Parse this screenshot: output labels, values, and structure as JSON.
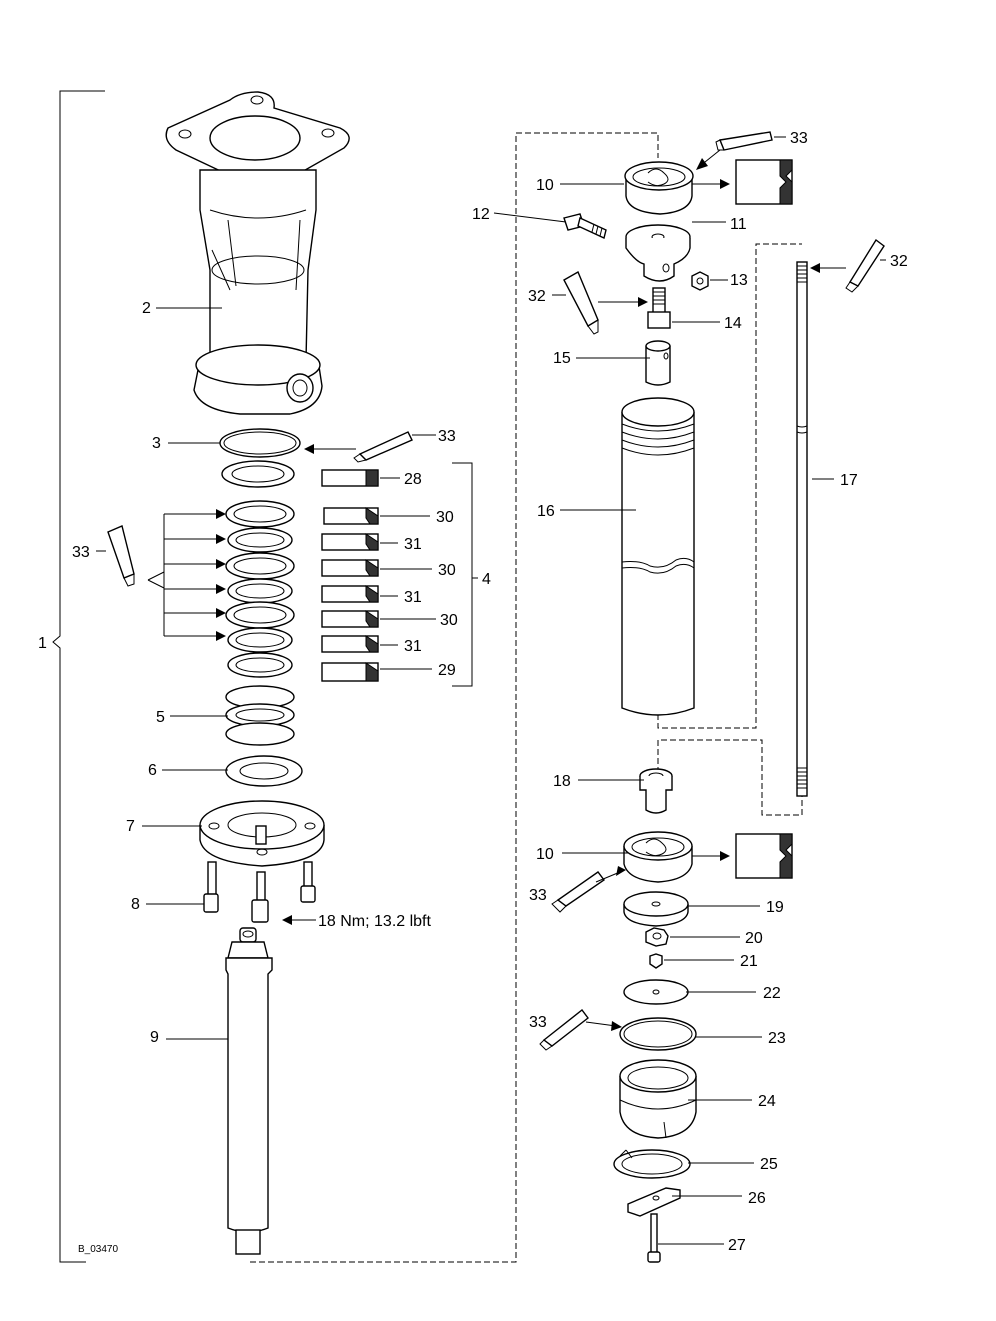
{
  "figure": {
    "reference": "B_03470",
    "torque": "18 Nm; 13.2 lbft"
  },
  "labels": {
    "p1": "1",
    "p2": "2",
    "p3": "3",
    "p4": "4",
    "p5": "5",
    "p6": "6",
    "p7": "7",
    "p8": "8",
    "p9": "9",
    "p10a": "10",
    "p10b": "10",
    "p11": "11",
    "p12": "12",
    "p13": "13",
    "p14": "14",
    "p15": "15",
    "p16": "16",
    "p17": "17",
    "p18": "18",
    "p19": "19",
    "p20": "20",
    "p21": "21",
    "p22": "22",
    "p23": "23",
    "p24": "24",
    "p25": "25",
    "p26": "26",
    "p27": "27",
    "p28": "28",
    "p29": "29",
    "p30a": "30",
    "p30b": "30",
    "p30c": "30",
    "p31a": "31",
    "p31b": "31",
    "p31c": "31",
    "p32a": "32",
    "p32b": "32",
    "p33a": "33",
    "p33b": "33",
    "p33c": "33",
    "p33d": "33",
    "p33e": "33"
  }
}
